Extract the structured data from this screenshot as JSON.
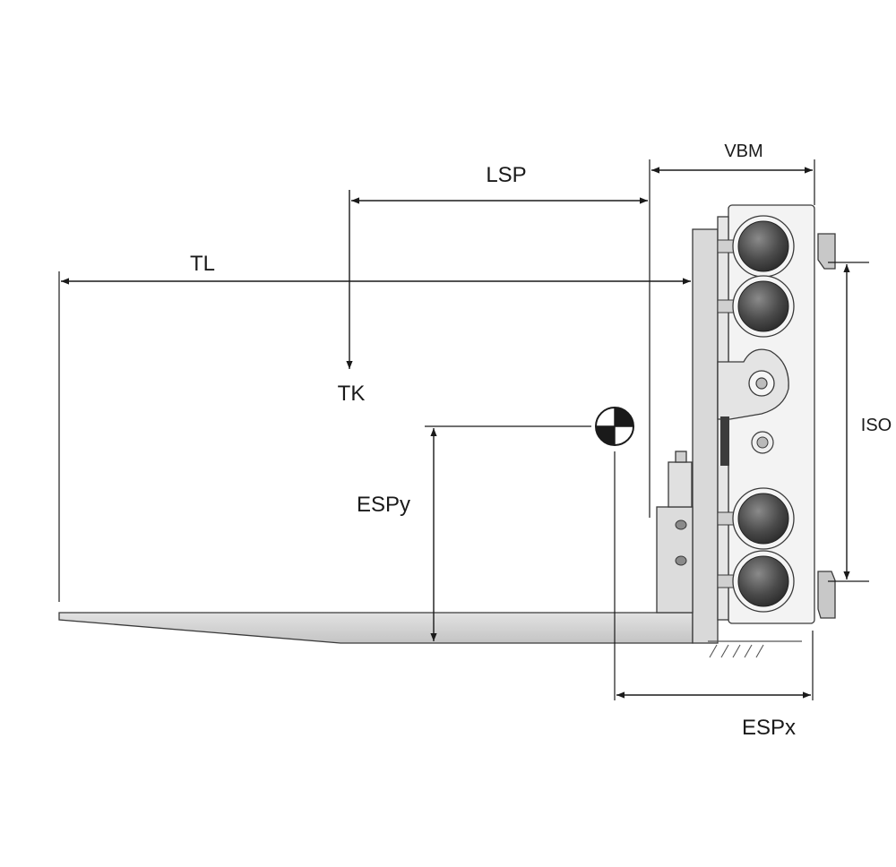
{
  "labels": {
    "vbm": "VBM",
    "lsp": "LSP",
    "tl": "TL",
    "tk": "TK",
    "espy": "ESPy",
    "iso": "ISO",
    "espx": "ESPx"
  },
  "colors": {
    "line": "#1a1a1a",
    "fork_fill": "#d4d4d4",
    "plate_fill": "#f2f2f2",
    "roller_fill": "#505050",
    "background": "#ffffff"
  },
  "icons": {
    "center_of_gravity": "center-of-gravity-icon",
    "ground": "ground-hatch-icon"
  }
}
